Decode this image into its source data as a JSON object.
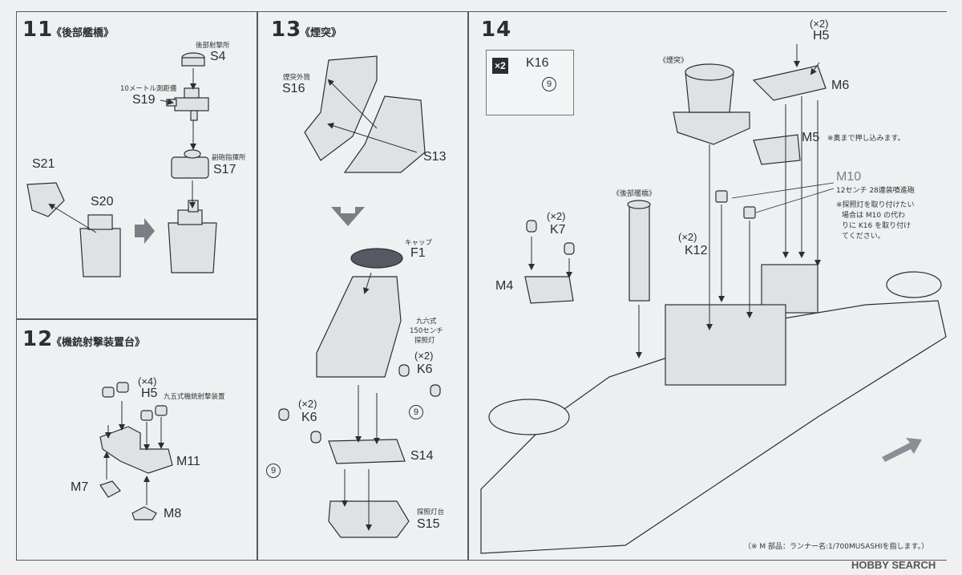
{
  "step11": {
    "number": "11",
    "title": "《後部艦橋》",
    "parts": {
      "s4": "S4",
      "s4_note": "後部射撃所",
      "s19": "S19",
      "s19_note": "10メートル測距儀",
      "s17": "S17",
      "s17_note": "副砲指揮所",
      "s21": "S21",
      "s20": "S20"
    }
  },
  "step12": {
    "number": "12",
    "title": "《機銃射撃装置台》",
    "parts": {
      "h5": "H5",
      "h5_mult": "(×4)",
      "h5_note": "九五式機銃射撃装置",
      "m11": "M11",
      "m7": "M7",
      "m8": "M8"
    }
  },
  "step13": {
    "number": "13",
    "title": "《煙突》",
    "parts": {
      "s16_note": "煙突外筒",
      "s16": "S16",
      "s13": "S13",
      "f1_note": "キャップ",
      "f1": "F1",
      "k6_right_note_1": "九六式",
      "k6_right_note_2": "150センチ",
      "k6_right_note_3": "探照灯",
      "k6_right_mult": "(×2)",
      "k6_right": "K6",
      "k6_left_mult": "(×2)",
      "k6_left": "K6",
      "circle_9_a": "9",
      "circle_9_b": "9",
      "s14": "S14",
      "s15_note": "探照灯台",
      "s15": "S15"
    }
  },
  "step14": {
    "number": "14",
    "inset_badge": "×2",
    "inset_part": "K16",
    "inset_circle": "9",
    "funnel_note": "《煙突》",
    "h5_mult": "(×2)",
    "h5": "H5",
    "m6": "M6",
    "m5": "M5",
    "push_note": "※奥まで押し込みます。",
    "m10": "M10",
    "m10_note": "12センチ 28連装噴進砲",
    "spotlight_note_1": "※探照灯を取り付けたい",
    "spotlight_note_2": "場合は M10 の代わ",
    "spotlight_note_3": "りに K16 を取り付け",
    "spotlight_note_4": "てください。",
    "rear_bridge_note": "《後部艦橋》",
    "k7_mult": "(×2)",
    "k7": "K7",
    "k12_mult": "(×2)",
    "k12": "K12",
    "m4": "M4",
    "runner_note": "（※ M 部品：ランナー名:1/700MUSASHIを指します。）"
  },
  "watermark": "HOBBY SEARCH",
  "colors": {
    "ink": "#2a2e35",
    "paper": "#eef0f2",
    "part_fill": "#dfe2e5"
  }
}
